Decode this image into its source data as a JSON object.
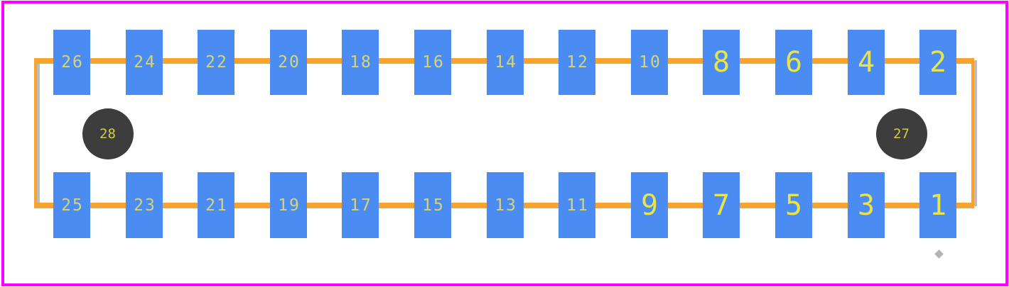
{
  "viewer": {
    "background": "#ffffff",
    "frame_color": "#ff00ff"
  },
  "footprint": {
    "colors": {
      "pad": "#4a8cf2",
      "outline": "#f8a32e",
      "body_outline": "#bcbcbc",
      "hole": "#3d3d3d",
      "pad_label_small": "#d6d478",
      "pad_label_large": "#e8e44a",
      "hole_label": "#cfcc48",
      "origin_marker": "#b5b5b5"
    },
    "top_row": [
      "26",
      "24",
      "22",
      "20",
      "18",
      "16",
      "14",
      "12",
      "10",
      "8",
      "6",
      "4",
      "2"
    ],
    "bottom_row": [
      "25",
      "23",
      "21",
      "19",
      "17",
      "15",
      "13",
      "11",
      "9",
      "7",
      "5",
      "3",
      "1"
    ],
    "holes": [
      {
        "label": "28",
        "side": "left"
      },
      {
        "label": "27",
        "side": "right"
      }
    ]
  }
}
